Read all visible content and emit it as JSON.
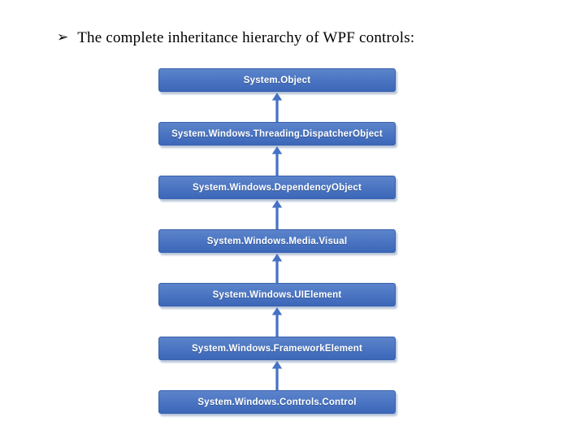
{
  "slide": {
    "bullet": "➢",
    "title": "The complete inheritance hierarchy of WPF controls:"
  },
  "diagram": {
    "type": "vertical-inheritance-flow",
    "arrow_direction": "up",
    "nodes": [
      "System.Object",
      "System.Windows.Threading.DispatcherObject",
      "System.Windows.DependencyObject",
      "System.Windows.Media.Visual",
      "System.Windows.UIElement",
      "System.Windows.FrameworkElement",
      "System.Windows.Controls.Control"
    ],
    "colors": {
      "box_top": "#5b84cb",
      "box_bottom": "#3c67b9",
      "box_border": "#3a62ae",
      "arrow": "#4472c4",
      "node_text": "#ffffff",
      "shadow": "#b9c5d9"
    }
  }
}
